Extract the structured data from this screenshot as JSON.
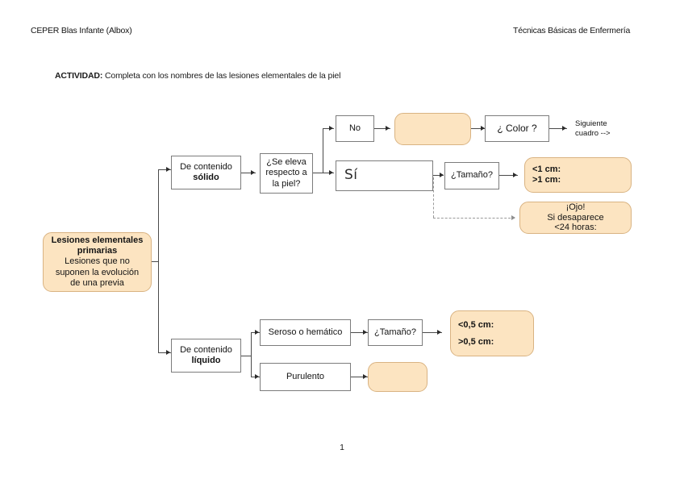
{
  "document": {
    "header_left": "CEPER Blas Infante (Albox)",
    "header_right": "Técnicas Básicas de Enfermería",
    "activity_label": "ACTIVIDAD:",
    "activity_text": "Completa con los nombres de las lesiones elementales de la piel",
    "page_number": "1"
  },
  "colors": {
    "fill_orange": "#fce4c1",
    "border_orange": "#d9b382",
    "border_gray": "#7c7c7c",
    "connector": "#4a4a4a",
    "dashed": "#9a9a9a",
    "text": "#141414",
    "page_background": "#ffffff"
  },
  "diagram": {
    "root": {
      "title_line1": "Lesiones elementales",
      "title_line2": "primarias",
      "body_line1": "Lesiones que no",
      "body_line2": "suponen la evolución",
      "body_line3": "de una previa"
    },
    "branch_solid": {
      "label_line1": "De contenido",
      "label_line2": "sólido",
      "question": {
        "line1": "¿Se eleva",
        "line2": "respecto a",
        "line3": "la piel?"
      },
      "answer_no": {
        "label": "No",
        "blank_answer": "",
        "next_question": "¿ Color ?",
        "next_note": "Siguiente\ncuadro -->"
      },
      "answer_si": {
        "label": "Sí",
        "question_size": "¿Tamaño?",
        "size_box": {
          "line1": "<1 cm:",
          "line2": ">1 cm:"
        },
        "warning_box": {
          "line1": "¡Ojo!",
          "line2": "Si desaparece",
          "line3": "<24 horas:"
        }
      }
    },
    "branch_liquid": {
      "label_line1": "De contenido",
      "label_line2": "líquido",
      "option_serous": {
        "label": "Seroso o hemático",
        "question_size": "¿Tamaño?",
        "size_box": {
          "line1": "<0,5 cm:",
          "line2": ">0,5 cm:"
        }
      },
      "option_purulent": {
        "label": "Purulento",
        "blank_answer": ""
      }
    }
  }
}
